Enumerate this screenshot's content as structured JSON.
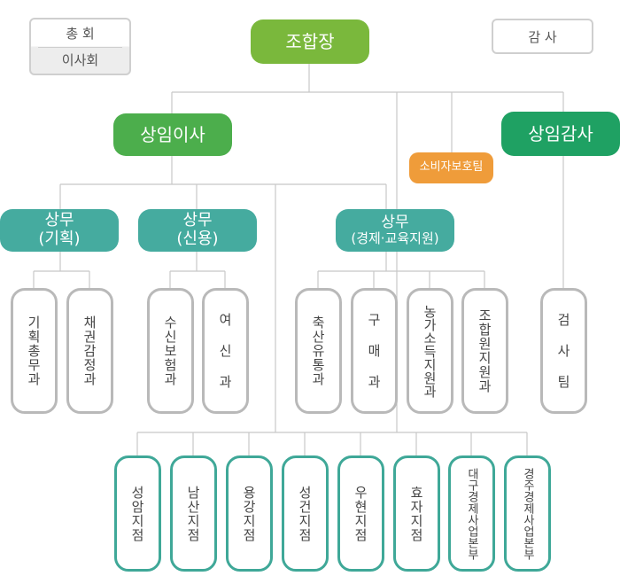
{
  "top": {
    "general_meeting": "총 회",
    "board": "이사회",
    "auditor": "감 사",
    "president": "조합장"
  },
  "executives": {
    "managing_director": "상임이사",
    "managing_auditor": "상임감사",
    "consumer_team": "소비자보호팀"
  },
  "divisions": {
    "planning_title": "상무",
    "planning_sub": "(기획)",
    "credit_title": "상무",
    "credit_sub": "(신용)",
    "economy_title": "상무",
    "economy_sub": "(경제·교육지원)"
  },
  "departments": {
    "planning_general": "기획총무과",
    "bond_audit": "채권감정과",
    "deposit_insurance": "수신보험과",
    "loans": "여 신 과",
    "livestock": "축산유통과",
    "purchasing": "구 매 과",
    "farm_income": "농가소득지원과",
    "member_support": "조합원지원과",
    "inspection": "검 사 팀"
  },
  "branches": {
    "b1": "성암지점",
    "b2": "남산지점",
    "b3": "용강지점",
    "b4": "성건지점",
    "b5": "우현지점",
    "b6": "효자지점",
    "b7": "대구경제사업본부",
    "b8": "경주경제사업본부"
  },
  "colors": {
    "president": "#7ab83c",
    "managing_director": "#4cae4c",
    "managing_auditor": "#1fa163",
    "division": "#45ab9f",
    "consumer_team": "#ef9c3a",
    "department_border": "#b9b9b9",
    "branch_border": "#3fa898",
    "connector": "#c8c8c8"
  }
}
